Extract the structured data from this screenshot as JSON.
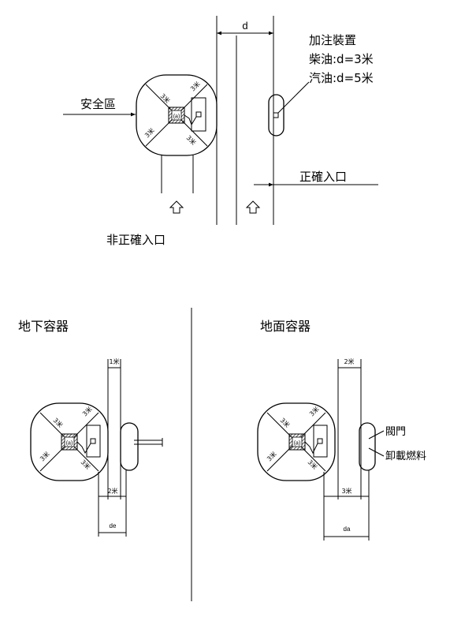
{
  "top": {
    "d_label": "d",
    "dispenser_title": "加注裝置",
    "diesel_text": "柴油:d=3米",
    "petrol_text": "汽油:d=5米",
    "safety_zone": "安全區",
    "correct_entrance": "正確入口",
    "incorrect_entrance": "非正確入口",
    "tank_a": "(a)",
    "dist_3m": "3米"
  },
  "bottom_left": {
    "title": "地下容器",
    "dim_1m": "1米",
    "dim_2m": "2米",
    "dim_de": "de",
    "tank_a": "(a)",
    "dist_3m": "3米"
  },
  "bottom_right": {
    "title": "地面容器",
    "dim_2m": "2米",
    "dim_3m": "3米",
    "dim_da": "da",
    "valve": "閥門",
    "unload": "卸載燃料",
    "tank_a": "(a)",
    "dist_3m": "3米"
  }
}
